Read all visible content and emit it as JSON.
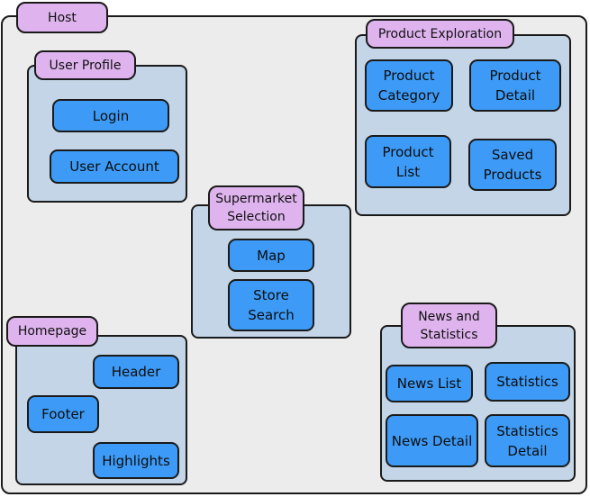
{
  "diagram": {
    "host": {
      "label": "Host"
    },
    "user_profile": {
      "label": "User Profile",
      "items": [
        "Login",
        "User Account"
      ]
    },
    "product_exploration": {
      "label": "Product Exploration",
      "items": [
        "Product\nCategory",
        "Product\nDetail",
        "Product\nList",
        "Saved\nProducts"
      ]
    },
    "supermarket_selection": {
      "label": "Supermarket\nSelection",
      "items": [
        "Map",
        "Store\nSearch"
      ]
    },
    "homepage": {
      "label": "Homepage",
      "items": [
        "Header",
        "Footer",
        "Highlights"
      ]
    },
    "news_statistics": {
      "label": "News and\nStatistics",
      "items": [
        "News List",
        "Statistics",
        "News Detail",
        "Statistics\nDetail"
      ]
    }
  }
}
